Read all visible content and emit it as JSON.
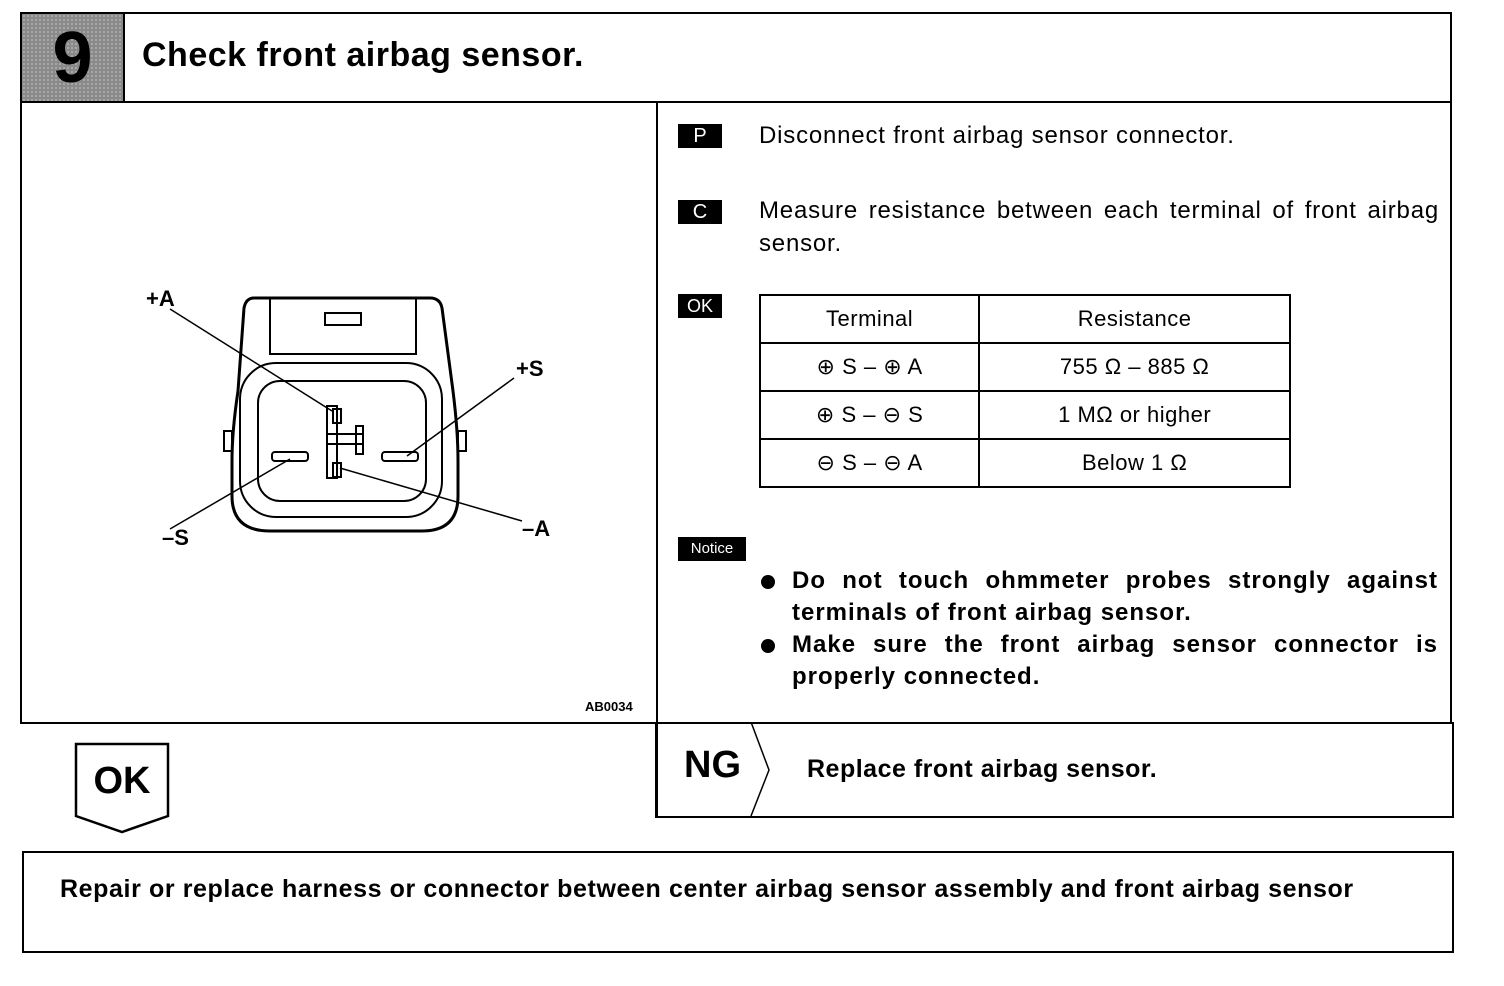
{
  "step": {
    "number": "9",
    "title": "Check front airbag sensor."
  },
  "figure": {
    "code": "AB0034",
    "terminal_labels": {
      "plus_a": "+A",
      "plus_s": "+S",
      "minus_s": "–S",
      "minus_a": "–A"
    }
  },
  "instructions": [
    {
      "tag": "P",
      "text": "Disconnect front airbag sensor connector."
    },
    {
      "tag": "C",
      "text": "Measure resistance between each terminal of front airbag sensor."
    }
  ],
  "ok_tag": "OK",
  "spec_table": {
    "headers": [
      "Terminal",
      "Resistance"
    ],
    "rows": [
      {
        "terminal": "⊕ S – ⊕ A",
        "resistance": "755 Ω – 885 Ω"
      },
      {
        "terminal": "⊕ S – ⊖ S",
        "resistance": "1 MΩ or higher"
      },
      {
        "terminal": "⊖ S – ⊖ A",
        "resistance": "Below 1 Ω"
      }
    ]
  },
  "notice": {
    "tag": "Notice",
    "items": [
      "Do not touch ohmmeter probes strongly against terminals of front airbag sensor.",
      "Make sure the front airbag sensor connector is properly connected."
    ]
  },
  "ng": {
    "label": "NG",
    "text": "Replace front airbag sensor."
  },
  "ok": {
    "label": "OK"
  },
  "result": {
    "text": "Repair or replace harness or connector between center airbag sensor assembly and front airbag sensor"
  }
}
